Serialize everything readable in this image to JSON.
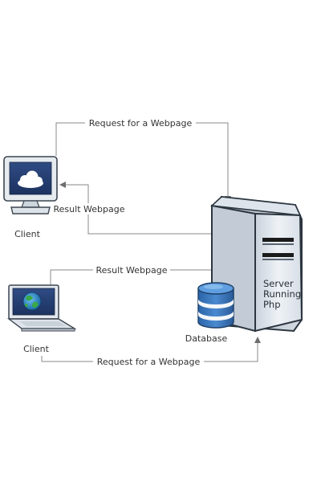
{
  "diagram": {
    "top_client_label": "Client",
    "bottom_client_label": "Client",
    "database_label": "Database",
    "server_label_lines": [
      "Server",
      "Running",
      "Php"
    ],
    "arrows": {
      "top_request": "Request for a Webpage",
      "top_result": "Result Webpage",
      "bottom_result": "Result Webpage",
      "bottom_request": "Request for a Webpage"
    }
  }
}
